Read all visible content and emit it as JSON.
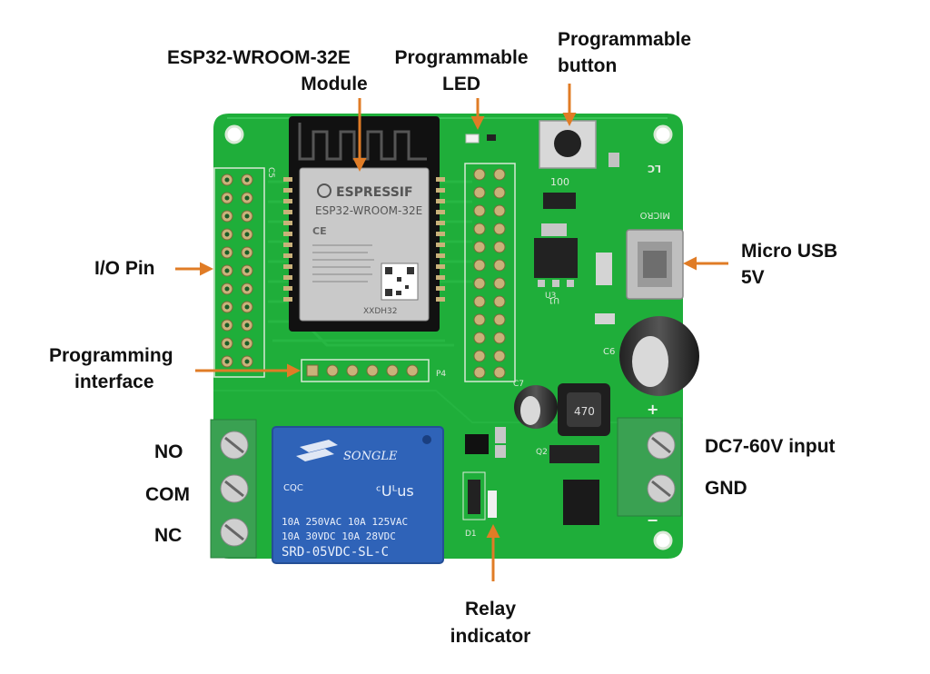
{
  "labels": {
    "module_line1": "ESP32-WROOM-32E",
    "module_line2": "Module",
    "led_line1": "Programmable",
    "led_line2": "LED",
    "button_line1": "Programmable",
    "button_line2": "button",
    "io_pin": "I/O Pin",
    "prog_if_line1": "Programming",
    "prog_if_line2": "interface",
    "usb_line1": "Micro USB",
    "usb_line2": "5V",
    "dc_input": "DC7-60V input",
    "gnd": "GND",
    "no": "NO",
    "com": "COM",
    "nc": "NC",
    "relay_ind_line1": "Relay",
    "relay_ind_line2": "indicator"
  },
  "module_marking": {
    "brand": "ESPRESSIF",
    "model": "ESP32-WROOM-32E",
    "code": "XXDH32"
  },
  "relay_marking": {
    "brand": "SONGLE",
    "rating_line1": "10A 250VAC   10A 125VAC",
    "rating_line2": "10A  30VDC   10A  28VDC",
    "model": "SRD-05VDC-SL-C"
  },
  "silkscreen": {
    "micro": "MICRO",
    "u1": "U1",
    "lc": "LC",
    "r100": "100",
    "p4": "P4",
    "u3": "U3",
    "c5": "C5",
    "c6": "C6",
    "c7": "C7",
    "d1": "D1",
    "q2": "Q2",
    "cap_value": "470"
  },
  "colors": {
    "pcb": "#1fae3a",
    "arrow": "#e07c26",
    "relay": "#2f63b8",
    "terminal": "#3aa152"
  }
}
